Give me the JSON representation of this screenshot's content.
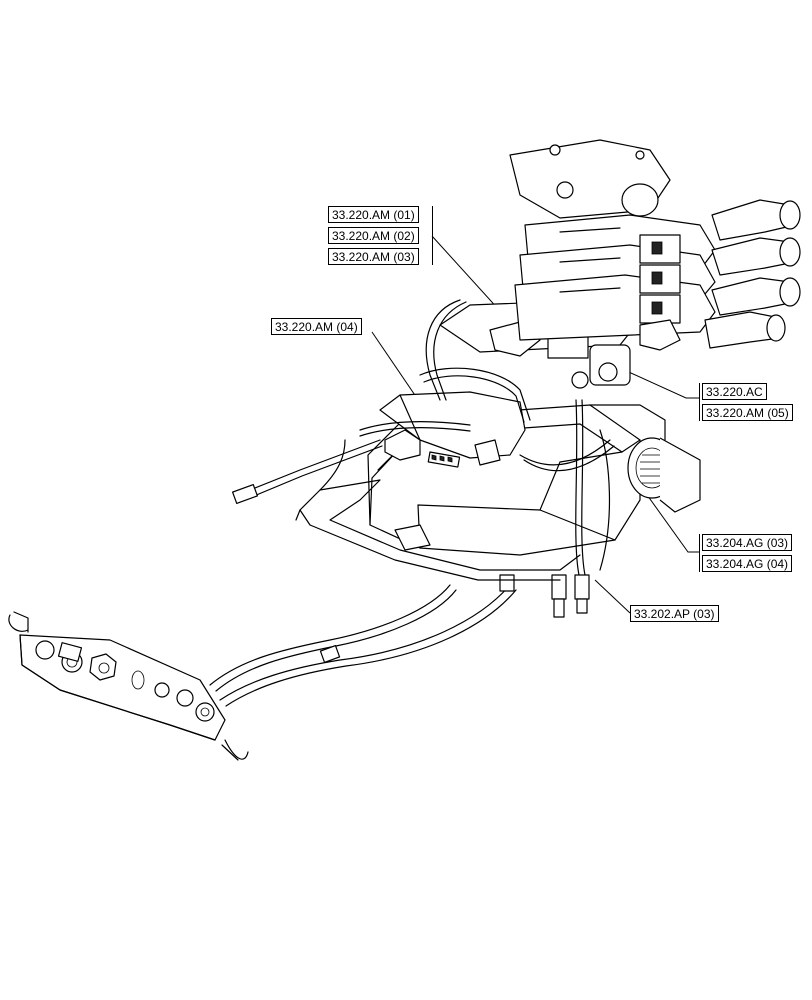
{
  "callouts": {
    "am01": "33.220.AM (01)",
    "am02": "33.220.AM (02)",
    "am03": "33.220.AM (03)",
    "am04": "33.220.AM (04)",
    "ac": "33.220.AC",
    "am05": "33.220.AM (05)",
    "ag03": "33.204.AG (03)",
    "ag04": "33.204.AG (04)",
    "ap03": "33.202.AP (03)"
  },
  "colors": {
    "line": "#000000",
    "background": "#ffffff"
  }
}
